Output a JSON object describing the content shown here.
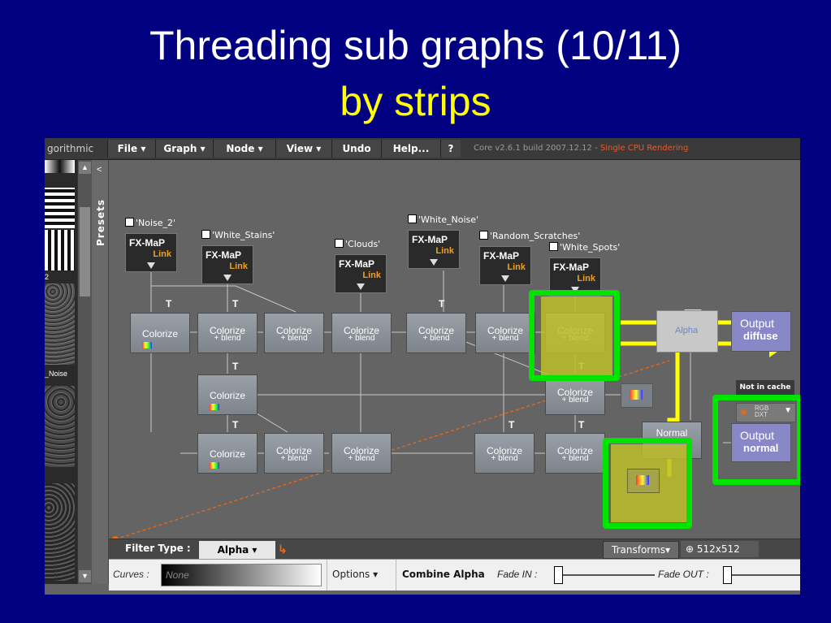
{
  "slide": {
    "title": "Threading sub graphs (10/11)",
    "subtitle": "by strips"
  },
  "app": {
    "logo": "gorithmic",
    "menus": [
      "File ▾",
      "Graph ▾",
      "Node ▾",
      "View ▾",
      "Undo",
      "Help...",
      "?"
    ],
    "status": "Core v2.6.1 build 2007.12.12 - ",
    "status_mode": "Single CPU Rendering"
  },
  "left_panel": {
    "label_noise": "_Noise",
    "label_2": "2",
    "presets": "Presets",
    "collapse": "<"
  },
  "fx_nodes": [
    {
      "name": "'Noise_2'",
      "fx": "FX-MaP",
      "link": "Link"
    },
    {
      "name": "'White_Stains'",
      "fx": "FX-MaP",
      "link": "Link"
    },
    {
      "name": "'Clouds'",
      "fx": "FX-MaP",
      "link": "Link"
    },
    {
      "name": "'White_Noise'",
      "fx": "FX-MaP",
      "link": "Link"
    },
    {
      "name": "'Random_Scratches'",
      "fx": "FX-MaP",
      "link": "Link"
    },
    {
      "name": "'White_Spots'",
      "fx": "FX-MaP",
      "link": "Link"
    }
  ],
  "nodes": {
    "colorize": "Colorize",
    "colorize_blend_1": "Colorize",
    "blend": "+ blend",
    "alpha": "Alpha",
    "normal": "Normal",
    "t": "T"
  },
  "outputs": {
    "top": {
      "label": "Output",
      "mode": "diffuse"
    },
    "bottom": {
      "label": "Output",
      "mode": "normal"
    },
    "not_in_cache": "Not in cache",
    "rgb": "RGB",
    "dxt": "DXT"
  },
  "filter_bar": {
    "label": "Filter Type :",
    "value": "Alpha ▾",
    "transforms": "Transforms▾",
    "resolution": "512x512"
  },
  "params": {
    "curves_label": "Curves :",
    "curves_value": "None",
    "options": "Options ▾",
    "combine_alpha": "Combine Alpha",
    "fade_in": "Fade IN :",
    "fade_out": "Fade OUT :"
  },
  "colors": {
    "background": "#000080",
    "highlight": "#00e400",
    "arrows": "#ffff00",
    "title": "#ffffff",
    "subtitle": "#ffff00"
  }
}
